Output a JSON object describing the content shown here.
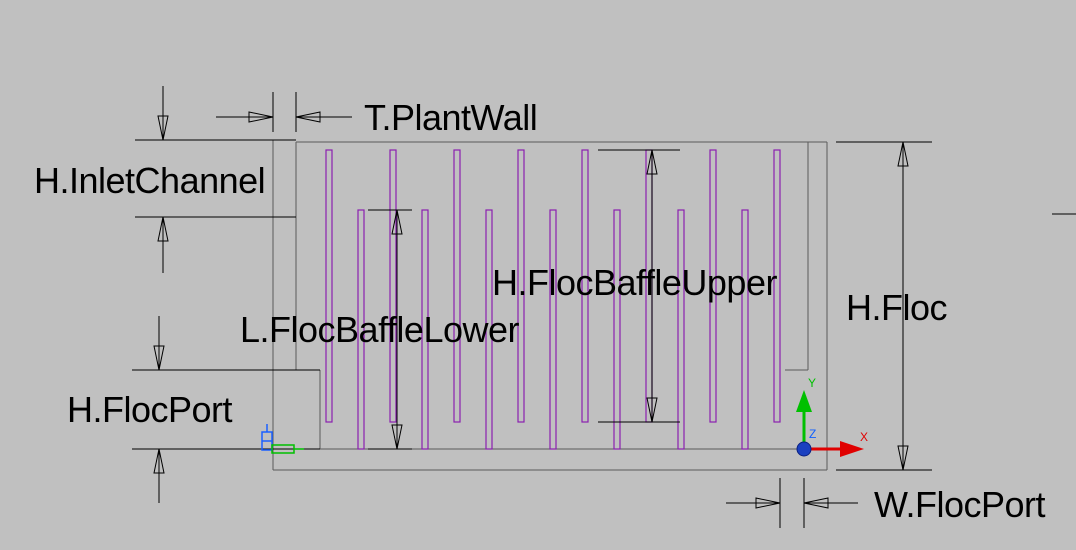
{
  "labels": {
    "t_plant_wall": "T.PlantWall",
    "h_inlet_channel": "H.InletChannel",
    "h_floc_baffle_upper": "H.FlocBaffleUpper",
    "l_floc_baffle_lower": "L.FlocBaffleLower",
    "h_floc": "H.Floc",
    "h_floc_port": "H.FlocPort",
    "w_floc_port": "W.FlocPort"
  },
  "ucs": {
    "x_label": "X",
    "y_label": "Y",
    "z_label": "Z"
  },
  "colors": {
    "background": "#c0c0c0",
    "outline": "#5a5a5a",
    "dimension": "#000000",
    "baffle": "#8a1fb0",
    "ucs_x": "#e00000",
    "ucs_y": "#00c000",
    "ucs_z": "#1060ff"
  },
  "baffles": {
    "upper_count": 8,
    "lower_count": 7
  }
}
